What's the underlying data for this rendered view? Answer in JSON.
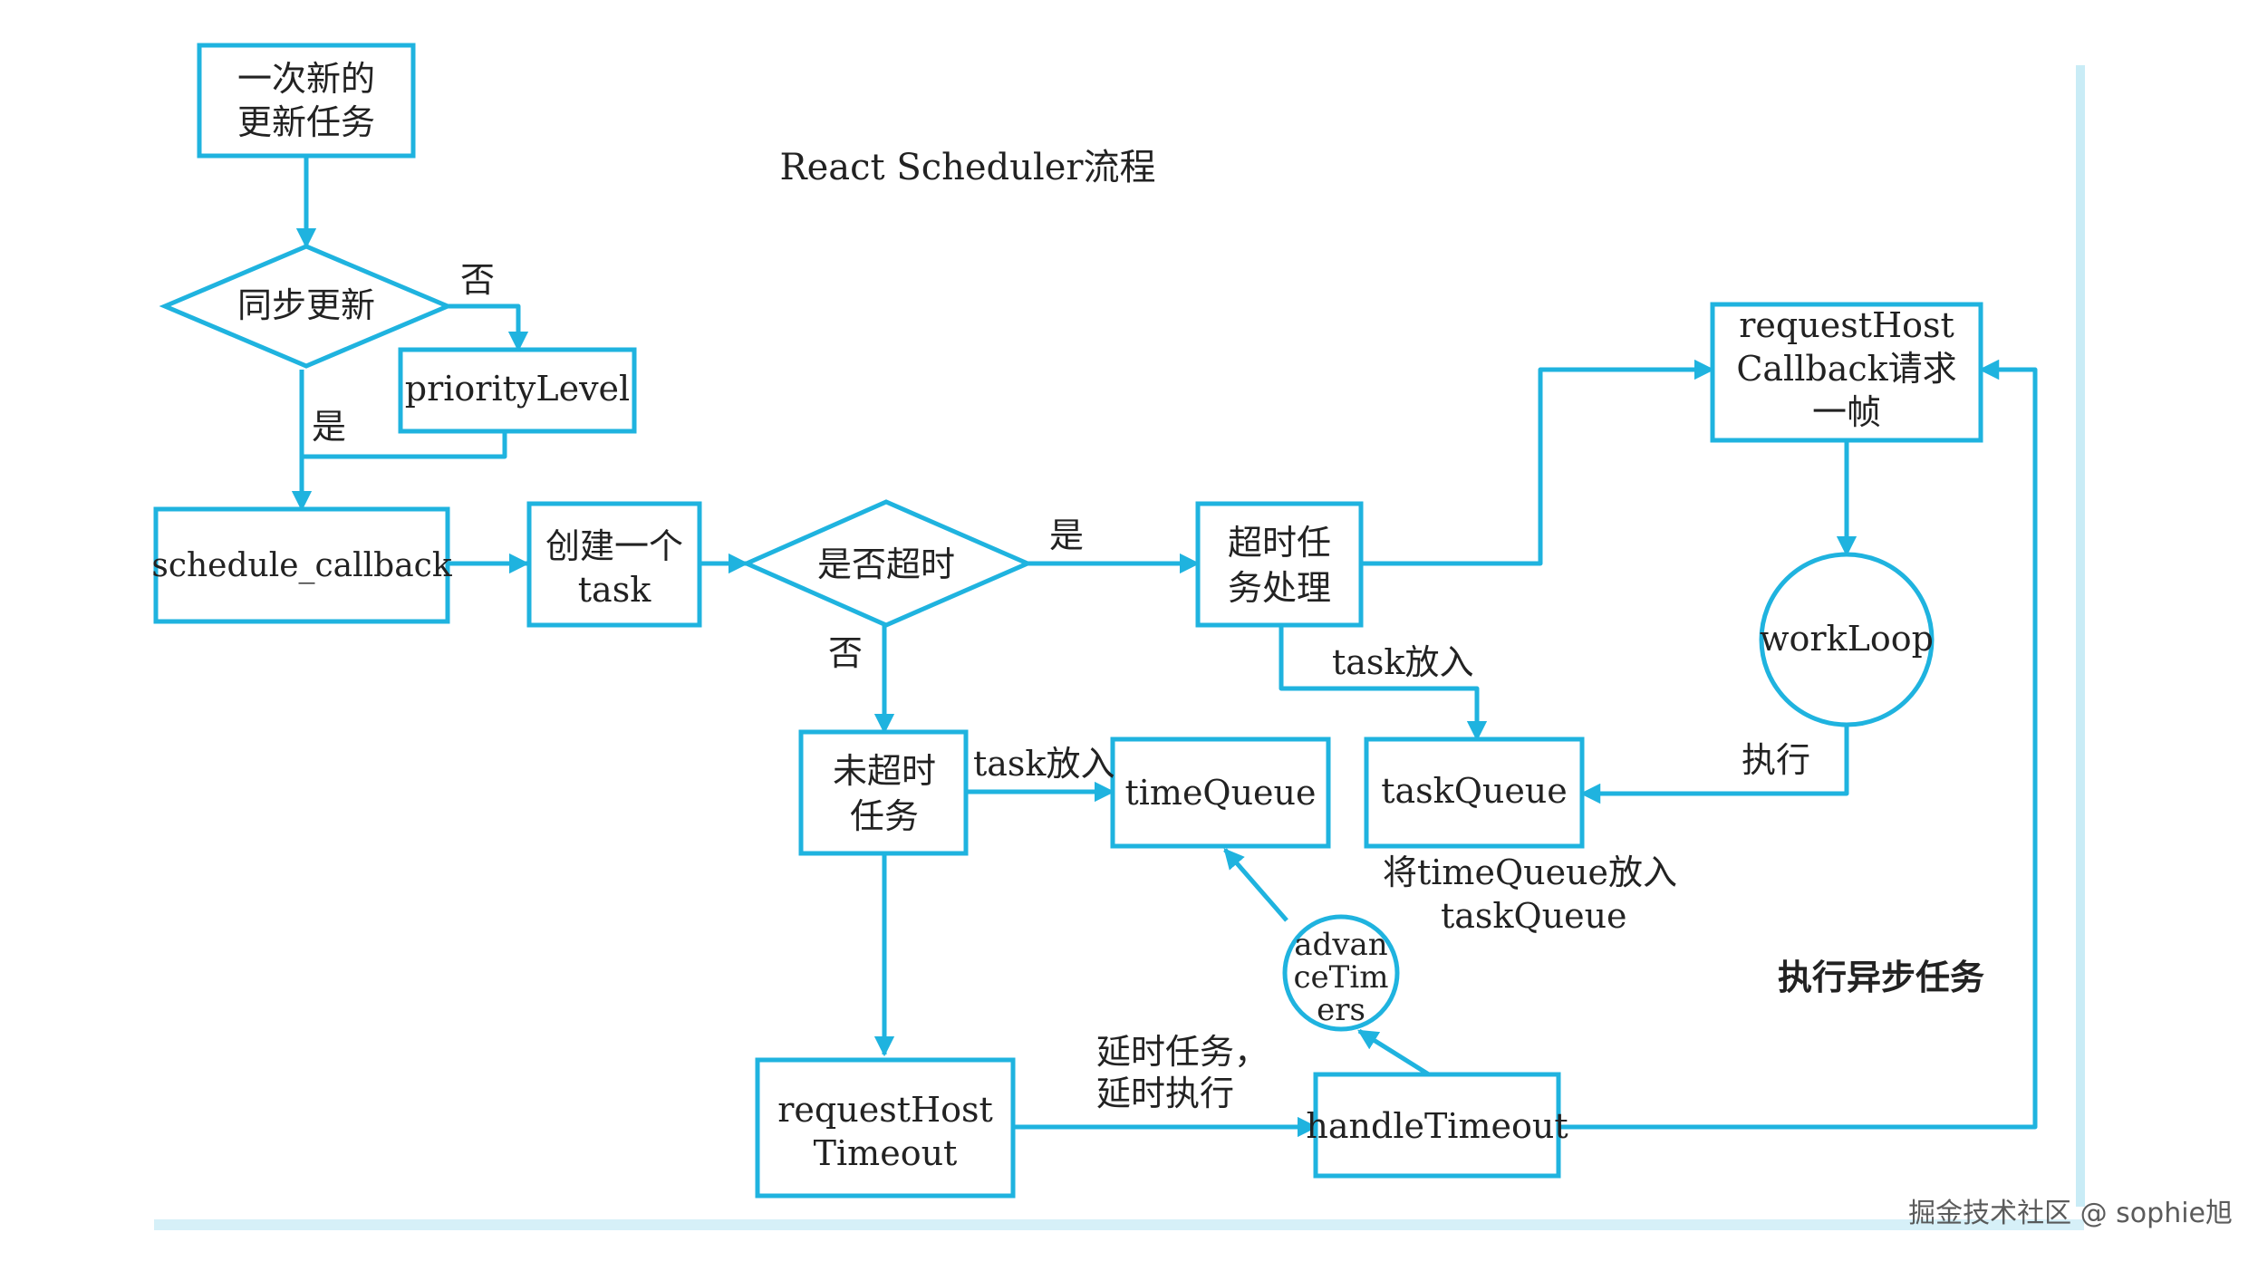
{
  "title": "React Scheduler流程",
  "nodes": {
    "new_update": [
      "一次新的",
      "更新任务"
    ],
    "sync_update": "同步更新",
    "priority_level": "priorityLevel",
    "schedule_callback": "schedule_callback",
    "create_task": [
      "创建一个",
      "task"
    ],
    "is_timeout": "是否超时",
    "timeout_task": [
      "超时任",
      "务处理"
    ],
    "not_timeout_task": [
      "未超时",
      "任务"
    ],
    "request_host_callback": [
      "requestHost",
      "Callback请求",
      "一帧"
    ],
    "work_loop": "workLoop",
    "time_queue": "timeQueue",
    "task_queue": "taskQueue",
    "advance_timers": [
      "advan",
      "ceTim",
      "ers"
    ],
    "request_host_timeout": [
      "requestHost",
      "Timeout"
    ],
    "handle_timeout": "handleTimeout"
  },
  "edge_labels": {
    "sync_no": "否",
    "sync_yes": "是",
    "timeout_yes": "是",
    "timeout_no": "否",
    "task_put_task_queue": "task放入",
    "task_put_time_queue": "task放入",
    "execute": "执行",
    "move_time_to_task": [
      "将timeQueue放入",
      "taskQueue"
    ],
    "delay": [
      "延时任务，",
      "延时执行"
    ],
    "async_exec": "执行异步任务"
  },
  "watermark": "掘金技术社区 @ sophie旭",
  "colors": {
    "stroke": "#1fb3df",
    "frame": "#c9ecf6",
    "text": "#222222"
  }
}
